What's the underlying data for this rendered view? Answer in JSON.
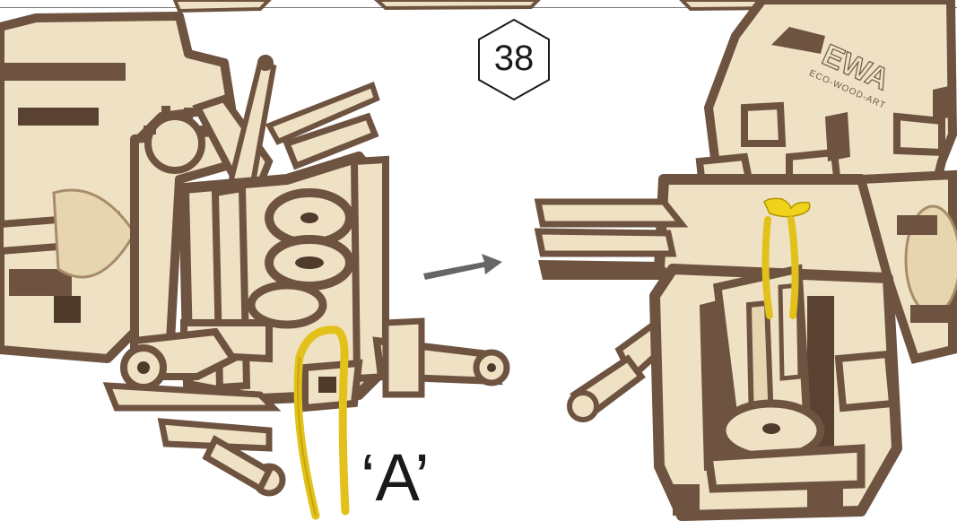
{
  "step": {
    "number": "38"
  },
  "labels": {
    "part_a": "‘A’"
  },
  "brand": {
    "name": "EWA",
    "tagline": "ECO-WOOD-ART"
  },
  "illustration": {
    "left_view": "assembly-before",
    "right_view": "assembly-after",
    "arrow_icon": "arrow-right-icon"
  },
  "colors": {
    "wood_face": "#efe2c4",
    "wood_edge": "#6e5340",
    "wood_edge_dark": "#4f3a2c",
    "band": "#e2c21a",
    "arrow": "#666666",
    "text": "#1a1a1a",
    "background": "#ffffff"
  }
}
